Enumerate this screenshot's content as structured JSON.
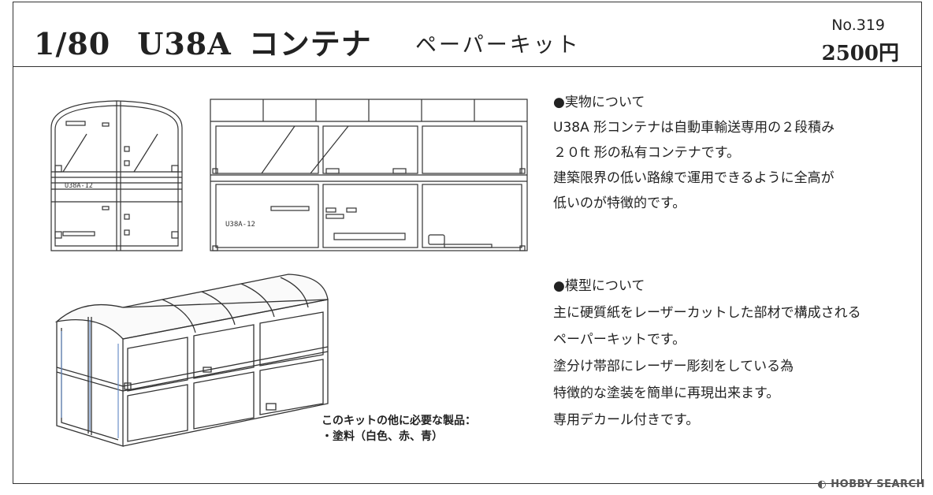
{
  "header": {
    "scale": "1/80",
    "model": "U38A",
    "name": "コンテナ",
    "subtitle": "ペーパーキット",
    "number": "No.319",
    "price": "2500円"
  },
  "drawings": {
    "end_label": "U38A-12",
    "side_label": "U38A-12"
  },
  "real_section": {
    "heading": "●実物について",
    "lines": [
      "U38A 形コンテナは自動車輸送専用の２段積み",
      "２０ft 形の私有コンテナです。",
      "建築限界の低い路線で運用できるように全高が",
      "低いのが特徴的です。"
    ]
  },
  "model_section": {
    "heading": "●模型について",
    "lines": [
      "主に硬質紙をレーザーカットした部材で構成される",
      "ペーパーキットです。",
      "塗分け帯部にレーザー彫刻をしている為",
      "特徴的な塗装を簡単に再現出来ます。",
      "専用デカール付きです。"
    ]
  },
  "requirements": {
    "heading": "このキットの他に必要な製品：",
    "item": "・塗料（白色、赤、青）"
  },
  "watermark": {
    "text": "HOBBY SEARCH"
  }
}
